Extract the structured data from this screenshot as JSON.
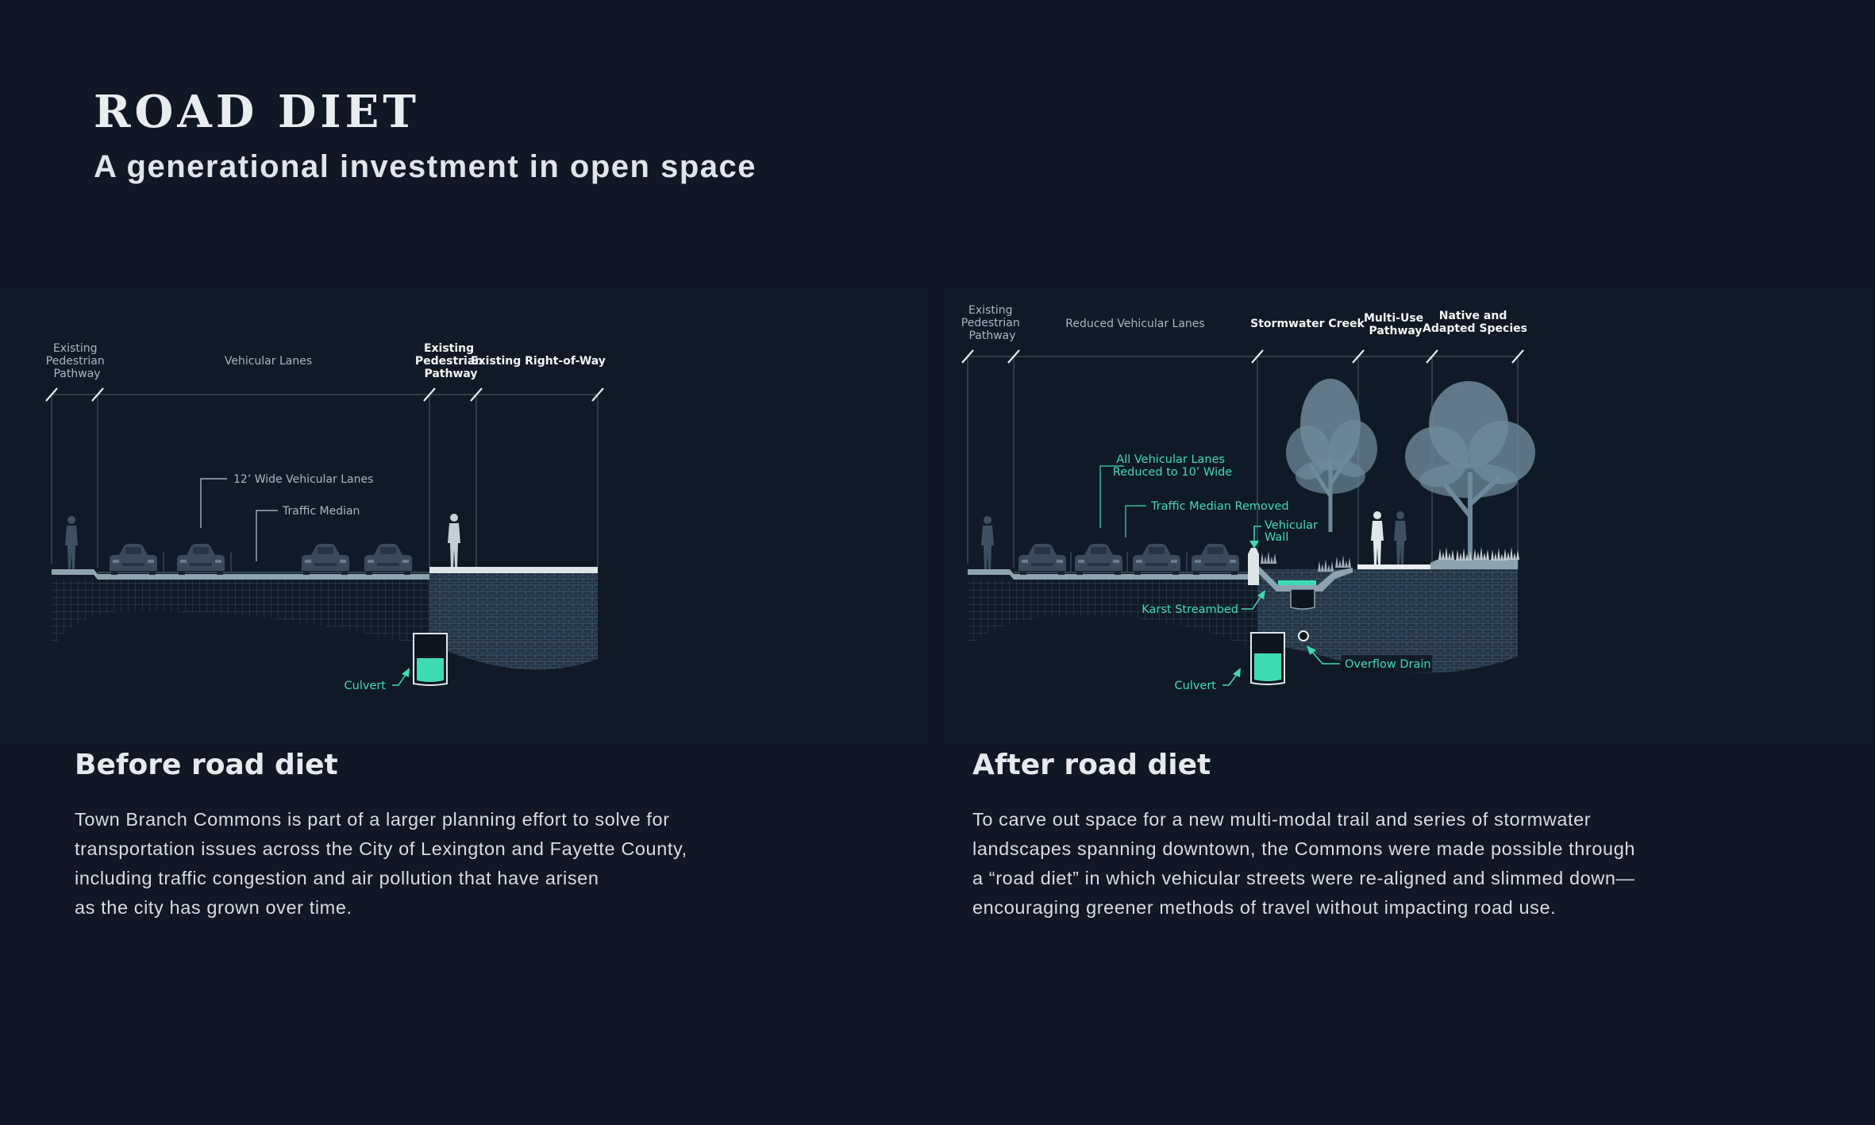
{
  "header": {
    "title": "ROAD DIET",
    "subtitle": "A generational investment in open space"
  },
  "before": {
    "caption": "Before road diet",
    "body_lines": [
      "Town Branch Commons is part of a larger planning effort to solve for",
      "transportation issues across the City of Lexington and Fayette County,",
      "including traffic congestion and air pollution that have arisen",
      "as the city has grown over time."
    ],
    "zones": {
      "ped_left": [
        "Existing",
        "Pedestrian",
        "Pathway"
      ],
      "lanes": "Vehicular Lanes",
      "ped_right": [
        "Existing",
        "Pedestrian",
        "Pathway"
      ],
      "row": "Existing Right-of-Way"
    },
    "callouts": {
      "lane_width": "12’ Wide Vehicular Lanes",
      "median": "Traffic Median",
      "culvert": "Culvert"
    }
  },
  "after": {
    "caption": "After road diet",
    "body_lines": [
      "To carve out space for a new multi-modal trail and series of stormwater",
      "landscapes spanning downtown, the Commons were made possible through",
      "a “road diet” in which vehicular streets were re-aligned and slimmed down—",
      "encouraging greener methods of travel without impacting road use."
    ],
    "zones": {
      "ped_left": [
        "Existing",
        "Pedestrian",
        "Pathway"
      ],
      "lanes": "Reduced Vehicular Lanes",
      "creek": "Stormwater Creek",
      "multi_use": [
        "Multi-Use",
        "Pathway"
      ],
      "native": [
        "Native and",
        "Adapted Species"
      ]
    },
    "callouts": {
      "lanes_reduced": [
        "All Vehicular Lanes",
        "Reduced to 10’ Wide"
      ],
      "median_removed": "Traffic Median Removed",
      "wall": [
        "Vehicular",
        "Wall"
      ],
      "streambed": "Karst Streambed",
      "overflow": "Overflow Drain",
      "culvert": "Culvert"
    }
  },
  "colors": {
    "background": "#0f1824",
    "accent": "#3ddbb4",
    "ground": "#1a2837",
    "road": "#8fa3ae",
    "tree": "#6e8a9a"
  }
}
